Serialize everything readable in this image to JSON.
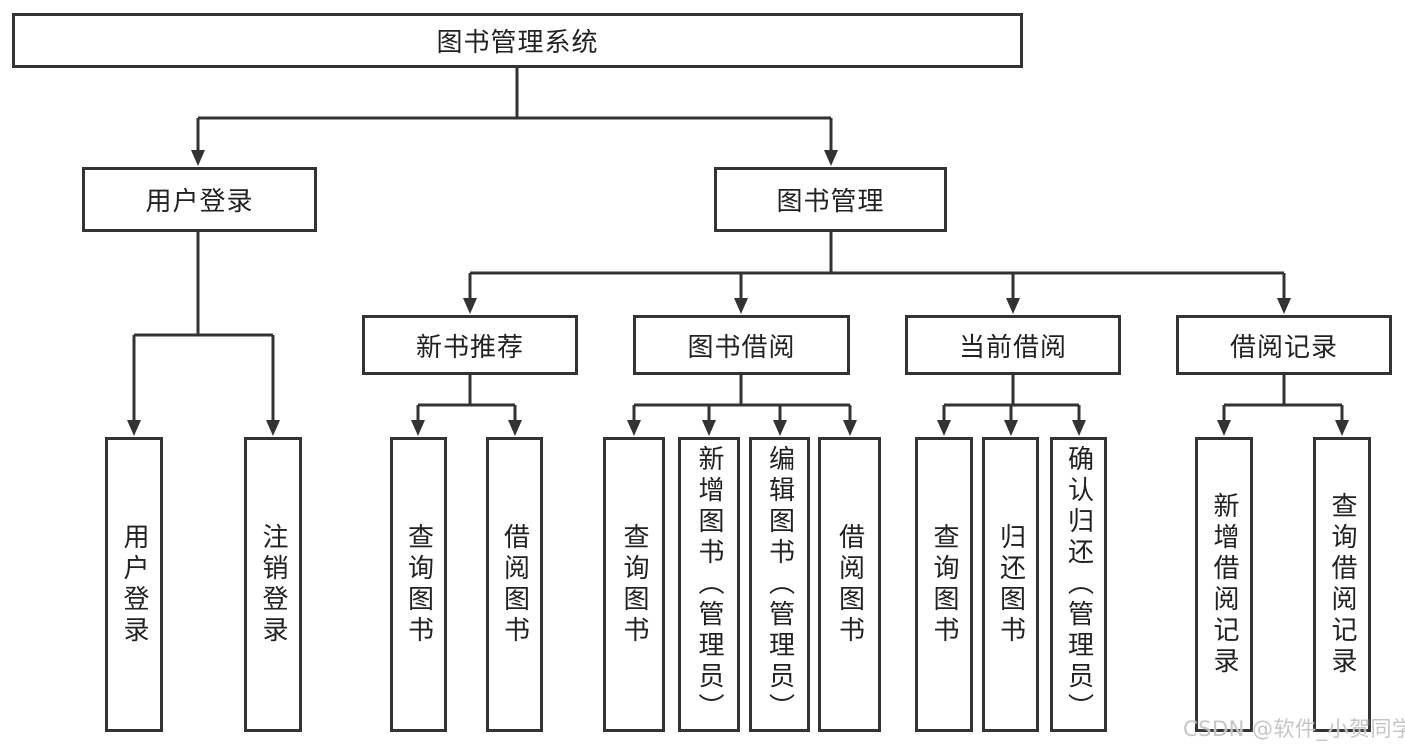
{
  "diagram": {
    "root": {
      "label": "图书管理系统"
    },
    "branches": [
      {
        "label": "用户登录",
        "children": [
          {
            "label": "用户登录"
          },
          {
            "label": "注销登录"
          }
        ]
      },
      {
        "label": "图书管理",
        "children": [
          {
            "label": "新书推荐",
            "children": [
              {
                "label": "查询图书"
              },
              {
                "label": "借阅图书"
              }
            ]
          },
          {
            "label": "图书借阅",
            "children": [
              {
                "label": "查询图书"
              },
              {
                "label": "新增图书（管理员）"
              },
              {
                "label": "编辑图书（管理员）"
              },
              {
                "label": "借阅图书"
              }
            ]
          },
          {
            "label": "当前借阅",
            "children": [
              {
                "label": "查询图书"
              },
              {
                "label": "归还图书"
              },
              {
                "label": "确认归还（管理员）"
              }
            ]
          },
          {
            "label": "借阅记录",
            "children": [
              {
                "label": "新增借阅记录"
              },
              {
                "label": "查询借阅记录"
              }
            ]
          }
        ]
      }
    ]
  },
  "watermark": {
    "text": "CSDN @软件_小贺同学"
  },
  "colors": {
    "line": "#333333",
    "text": "#222222",
    "background": "#ffffff",
    "watermark": "#c6c6c6"
  }
}
